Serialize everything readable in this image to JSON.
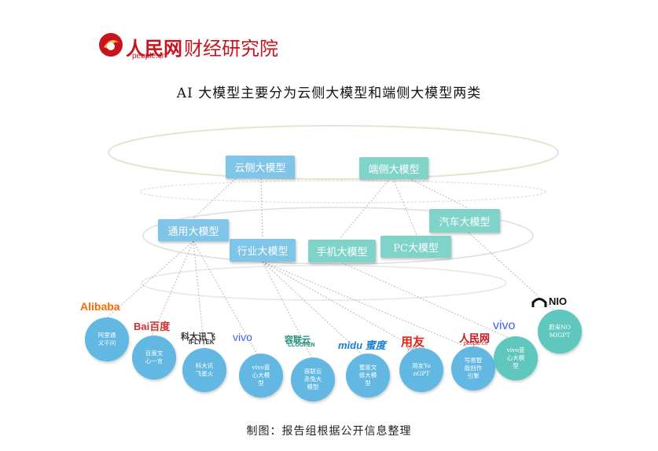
{
  "header": {
    "brand_cn": "人民网",
    "brand_domain": "people.cn",
    "brand_name": "财经研究院"
  },
  "title": "AI 大模型主要分为云侧大模型和端侧大模型两类",
  "nodes": {
    "cloud": "云侧大模型",
    "edge": "端侧大模型",
    "general": "通用大模型",
    "industry": "行业大模型",
    "phone": "手机大模型",
    "pc": "PC大模型",
    "car": "汽车大模型"
  },
  "logos": {
    "alibaba": "Alibaba",
    "baidu": "Bai百度",
    "iflytek": "科大讯飞",
    "iflytek_en": "IFLYTEK",
    "vivo1": "vivo",
    "cloopen": "容联云",
    "cloopen_en": "CLOOPEN",
    "midu": "midu 蜜度",
    "yonyou": "用友",
    "yonyou_en": "yonyou",
    "people": "人民网",
    "people_en": "people.cn",
    "vivo2": "vivo",
    "nio": "NIO"
  },
  "models": [
    "阿里通义千问",
    "百度文心一言",
    "科大讯飞星火",
    "vivo蓝心大模型",
    "容联云赤兔大模型",
    "蜜度文修大模型",
    "用友YonGPT",
    "写易智能创作引擎",
    "vivo蓝心大模型",
    "蔚来NOMIGPT"
  ],
  "caption": "制图：报告组根据公开信息整理",
  "colors": {
    "box_blue": "#7ec5e8",
    "box_teal": "#7fd3c8",
    "circle_blue": "#62b8e2",
    "circle_teal": "#5fc7bd",
    "brand_red": "#c8141e"
  }
}
